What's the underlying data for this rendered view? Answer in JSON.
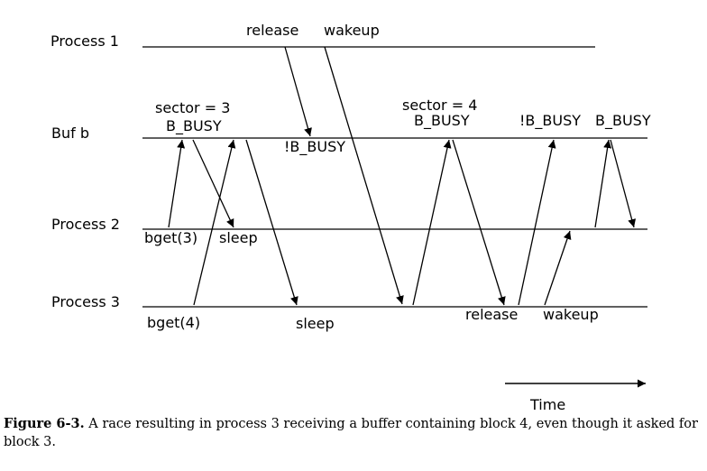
{
  "lanes": {
    "process1": "Process 1",
    "bufb": "Buf b",
    "process2": "Process 2",
    "process3": "Process 3"
  },
  "events": {
    "release_top": "release",
    "wakeup_top": "wakeup",
    "sector3": "sector = 3",
    "b_busy_1": "B_BUSY",
    "not_b_busy_1": "!B_BUSY",
    "sector4": "sector = 4",
    "b_busy_2": "B_BUSY",
    "not_b_busy_2": "!B_BUSY",
    "b_busy_3": "B_BUSY",
    "bget3": "bget(3)",
    "sleep_p2": "sleep",
    "bget4": "bget(4)",
    "sleep_p3": "sleep",
    "release_bottom": "release",
    "wakeup_bottom": "wakeup"
  },
  "time_label": "Time",
  "caption": {
    "figure_label": "Figure 6-3.",
    "text": " A race resulting in process 3 receiving a buffer containing block 4, even though it asked for block 3."
  }
}
